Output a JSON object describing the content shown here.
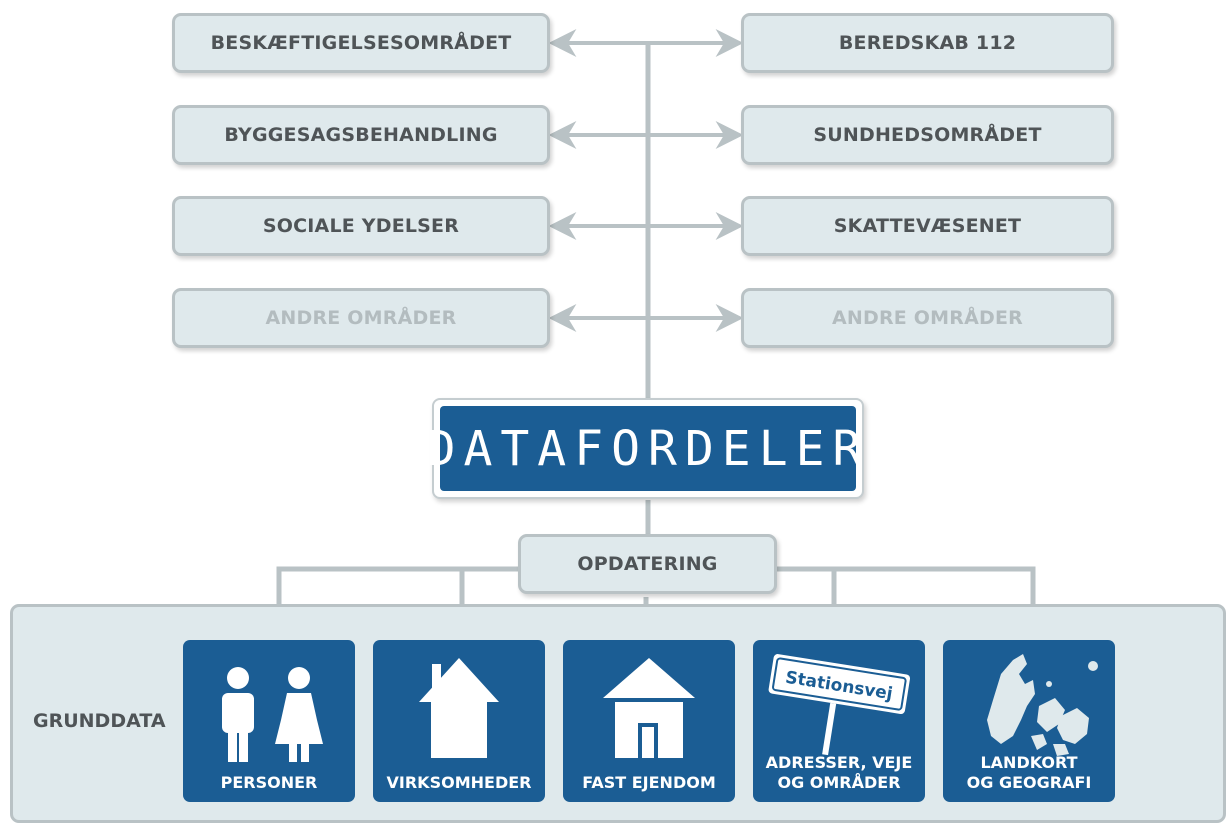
{
  "areas_left": [
    {
      "label": "BESKÆFTIGELSESOMRÅDET"
    },
    {
      "label": "BYGGESAGSBEHANDLING"
    },
    {
      "label": "SOCIALE YDELSER"
    },
    {
      "label": "ANDRE OMRÅDER"
    }
  ],
  "areas_right": [
    {
      "label": "BEREDSKAB 112"
    },
    {
      "label": "SUNDHEDSOMRÅDET"
    },
    {
      "label": "SKATTEVÆSENET"
    },
    {
      "label": "ANDRE OMRÅDER"
    }
  ],
  "datafordeler": {
    "label": "DATAFORDELER"
  },
  "update": {
    "label": "OPDATERING"
  },
  "grunddata": {
    "label": "GRUNDDATA",
    "tiles": [
      {
        "label": "PERSONER",
        "icon": "persons-icon"
      },
      {
        "label": "VIRKSOMHEDER",
        "icon": "building-icon"
      },
      {
        "label": "FAST EJENDOM",
        "icon": "house-icon"
      },
      {
        "label_line1": "ADRESSER, VEJE",
        "label_line2": "OG OMRÅDER",
        "sign_text": "Stationsvej",
        "icon": "street-sign-icon"
      },
      {
        "label_line1": "LANDKORT",
        "label_line2": "OG GEOGRAFI",
        "icon": "denmark-map-icon"
      }
    ]
  },
  "colors": {
    "primary": "#1b5d94",
    "box_fill": "#dfe9ec",
    "border": "#b9c2c5",
    "text": "#4f5457",
    "muted_text": "#b3bcbf"
  }
}
